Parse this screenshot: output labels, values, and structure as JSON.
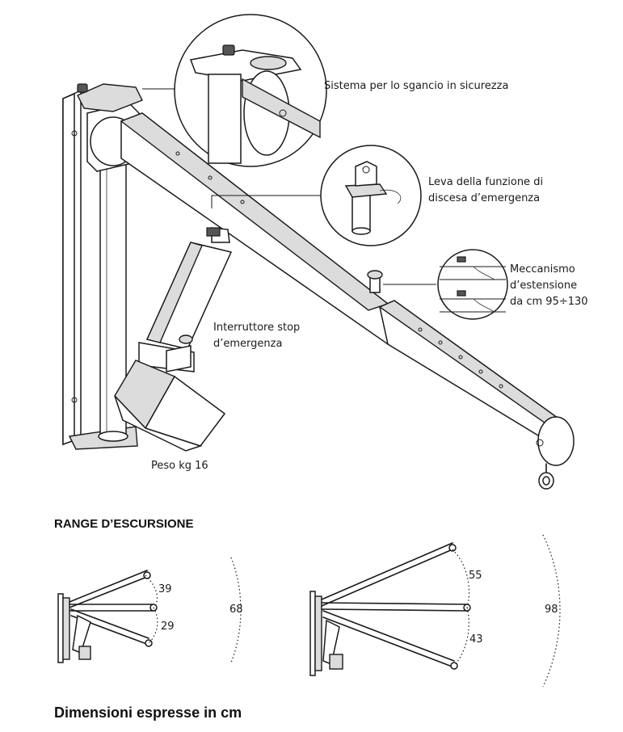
{
  "labels": {
    "safety_release": "Sistema per lo sgancio in sicurezza",
    "emergency_lever_1": "Leva della funzione di",
    "emergency_lever_2": "discesa d’emergenza",
    "extension_1": "Meccanismo",
    "extension_2": "d’estensione",
    "extension_3": "da cm 95÷130",
    "stop_switch_1": "Interruttore stop",
    "stop_switch_2": "d’emergenza",
    "weight": "Peso kg 16"
  },
  "range": {
    "heading": "RANGE D’ESCURSIONE",
    "short_arm": {
      "upper": "39",
      "lower": "29",
      "reach": "68"
    },
    "long_arm": {
      "upper": "55",
      "lower": "43",
      "reach": "98"
    }
  },
  "footer": "Dimensioni espresse in cm"
}
